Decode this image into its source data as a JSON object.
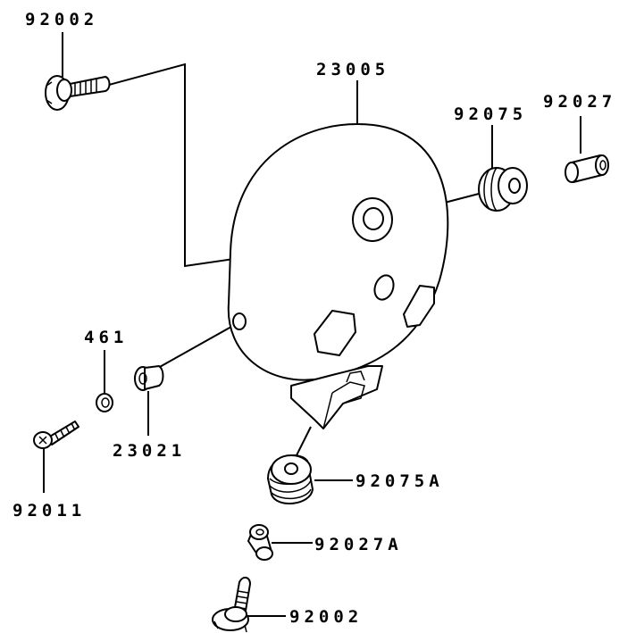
{
  "labels": {
    "bolt_top": "92002",
    "headlight_housing": "23005",
    "grommet_right": "92075",
    "collar_right": "92027",
    "nut": "461",
    "grommet_small": "23021",
    "screw": "92011",
    "grommet_bottom": "92075A",
    "collar_bottom": "92027A",
    "bolt_bottom": "92002"
  }
}
